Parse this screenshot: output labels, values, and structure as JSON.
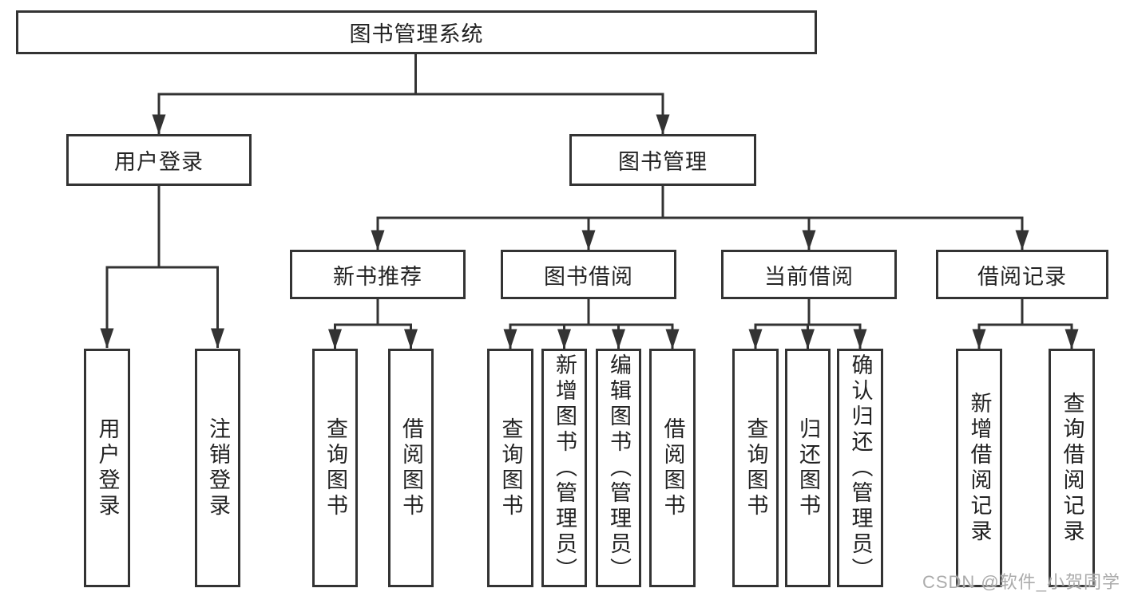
{
  "diagram": {
    "root": {
      "label": "图书管理系统"
    },
    "branches": [
      {
        "label": "用户登录",
        "children": [
          {
            "label": "用户登录"
          },
          {
            "label": "注销登录"
          }
        ]
      },
      {
        "label": "图书管理",
        "children": [
          {
            "label": "新书推荐",
            "children": [
              {
                "label": "查询图书"
              },
              {
                "label": "借阅图书"
              }
            ]
          },
          {
            "label": "图书借阅",
            "children": [
              {
                "label": "查询图书"
              },
              {
                "label": "新增图书（管理员）"
              },
              {
                "label": "编辑图书（管理员）"
              },
              {
                "label": "借阅图书"
              }
            ]
          },
          {
            "label": "当前借阅",
            "children": [
              {
                "label": "查询图书"
              },
              {
                "label": "归还图书"
              },
              {
                "label": "确认归还（管理员）"
              }
            ]
          },
          {
            "label": "借阅记录",
            "children": [
              {
                "label": "新增借阅记录"
              },
              {
                "label": "查询借阅记录"
              }
            ]
          }
        ]
      }
    ]
  },
  "watermark": {
    "text": "CSDN @软件_小贺同学"
  },
  "colors": {
    "line": "#333333",
    "text": "#222222",
    "watermark": "#ababab",
    "background": "#ffffff"
  }
}
